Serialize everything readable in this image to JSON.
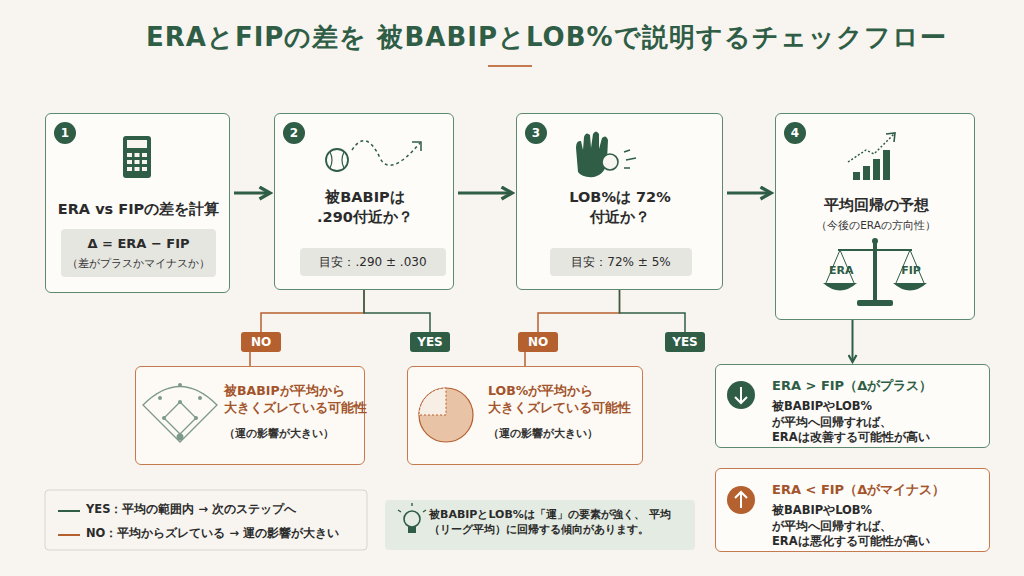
{
  "diagram": {
    "title": "ERAとFIPの差を 被BABIPとLOB%で説明するチェックフロー",
    "nodes": [
      {
        "text": [
          "ERA vs FIPの差を計算"
        ]
      },
      {
        "text": [
          "1"
        ],
        "in": 0
      },
      {
        "text": [
          "Δ = ERA − FIP",
          "（差がプラスかマイナスか）"
        ],
        "in": 0
      },
      {
        "text": [
          "被BABIPは .290付近か？"
        ]
      },
      {
        "text": [
          "2"
        ],
        "in": 3
      },
      {
        "text": [
          "目安：.290 ± .030"
        ],
        "in": 3
      },
      {
        "text": [
          "LOB%は 72%付近か？"
        ]
      },
      {
        "text": [
          "3"
        ],
        "in": 6
      },
      {
        "text": [
          "目安：72% ± 5%"
        ],
        "in": 6
      },
      {
        "text": [
          "平均回帰の予想",
          "（今後のERAの方向性）"
        ]
      },
      {
        "text": [
          "4"
        ],
        "in": 9
      },
      {
        "text": [
          "NO"
        ]
      },
      {
        "text": [
          "YES"
        ]
      },
      {
        "text": [
          "被BABIPが平均から 大きくズレている可能性",
          "（運の影響が大きい）"
        ]
      },
      {
        "text": [
          "NO"
        ]
      },
      {
        "text": [
          "YES"
        ]
      },
      {
        "text": [
          "LOB%が平均から 大きくズレている可能性",
          "（運の影響が大きい）"
        ]
      },
      {
        "text": [
          "ERA > FIP（Δがプラス）",
          "被BABIPやLOB%が平均へ回帰すれば、 ERAは改善する可能性が高い"
        ]
      },
      {
        "text": [
          "ERA < FIP（Δがマイナス）",
          "被BABIPやLOB%が平均へ回帰すれば、 ERAは悪化する可能性が高い"
        ]
      },
      {
        "text": [
          "被BABIPとLOB%は「運」の要素が強く、 平均（リーグ平均）に回帰する傾向があります。"
        ]
      }
    ],
    "edges": [
      {
        "from": 0,
        "to": 3,
        "arrow": "to"
      },
      {
        "from": 3,
        "to": 6,
        "arrow": "to"
      },
      {
        "from": 6,
        "to": 9,
        "arrow": "to"
      },
      {
        "from": 3,
        "to": 11,
        "arrow": "none"
      },
      {
        "from": 3,
        "to": 12,
        "arrow": "none"
      },
      {
        "from": 11,
        "to": 13,
        "arrow": "none"
      },
      {
        "from": 6,
        "to": 14,
        "arrow": "none"
      },
      {
        "from": 6,
        "to": 15,
        "arrow": "none"
      },
      {
        "from": 14,
        "to": 16,
        "arrow": "none"
      },
      {
        "from": 9,
        "to": 17,
        "arrow": "to"
      }
    ],
    "labels": [
      "ERA",
      "FIP",
      "72%"
    ],
    "legend": [
      {
        "text": "YES：平均の範囲内 → 次のステップへ"
      },
      {
        "text": "NO：平均からズレている → 運の影響が大きい"
      }
    ]
  }
}
